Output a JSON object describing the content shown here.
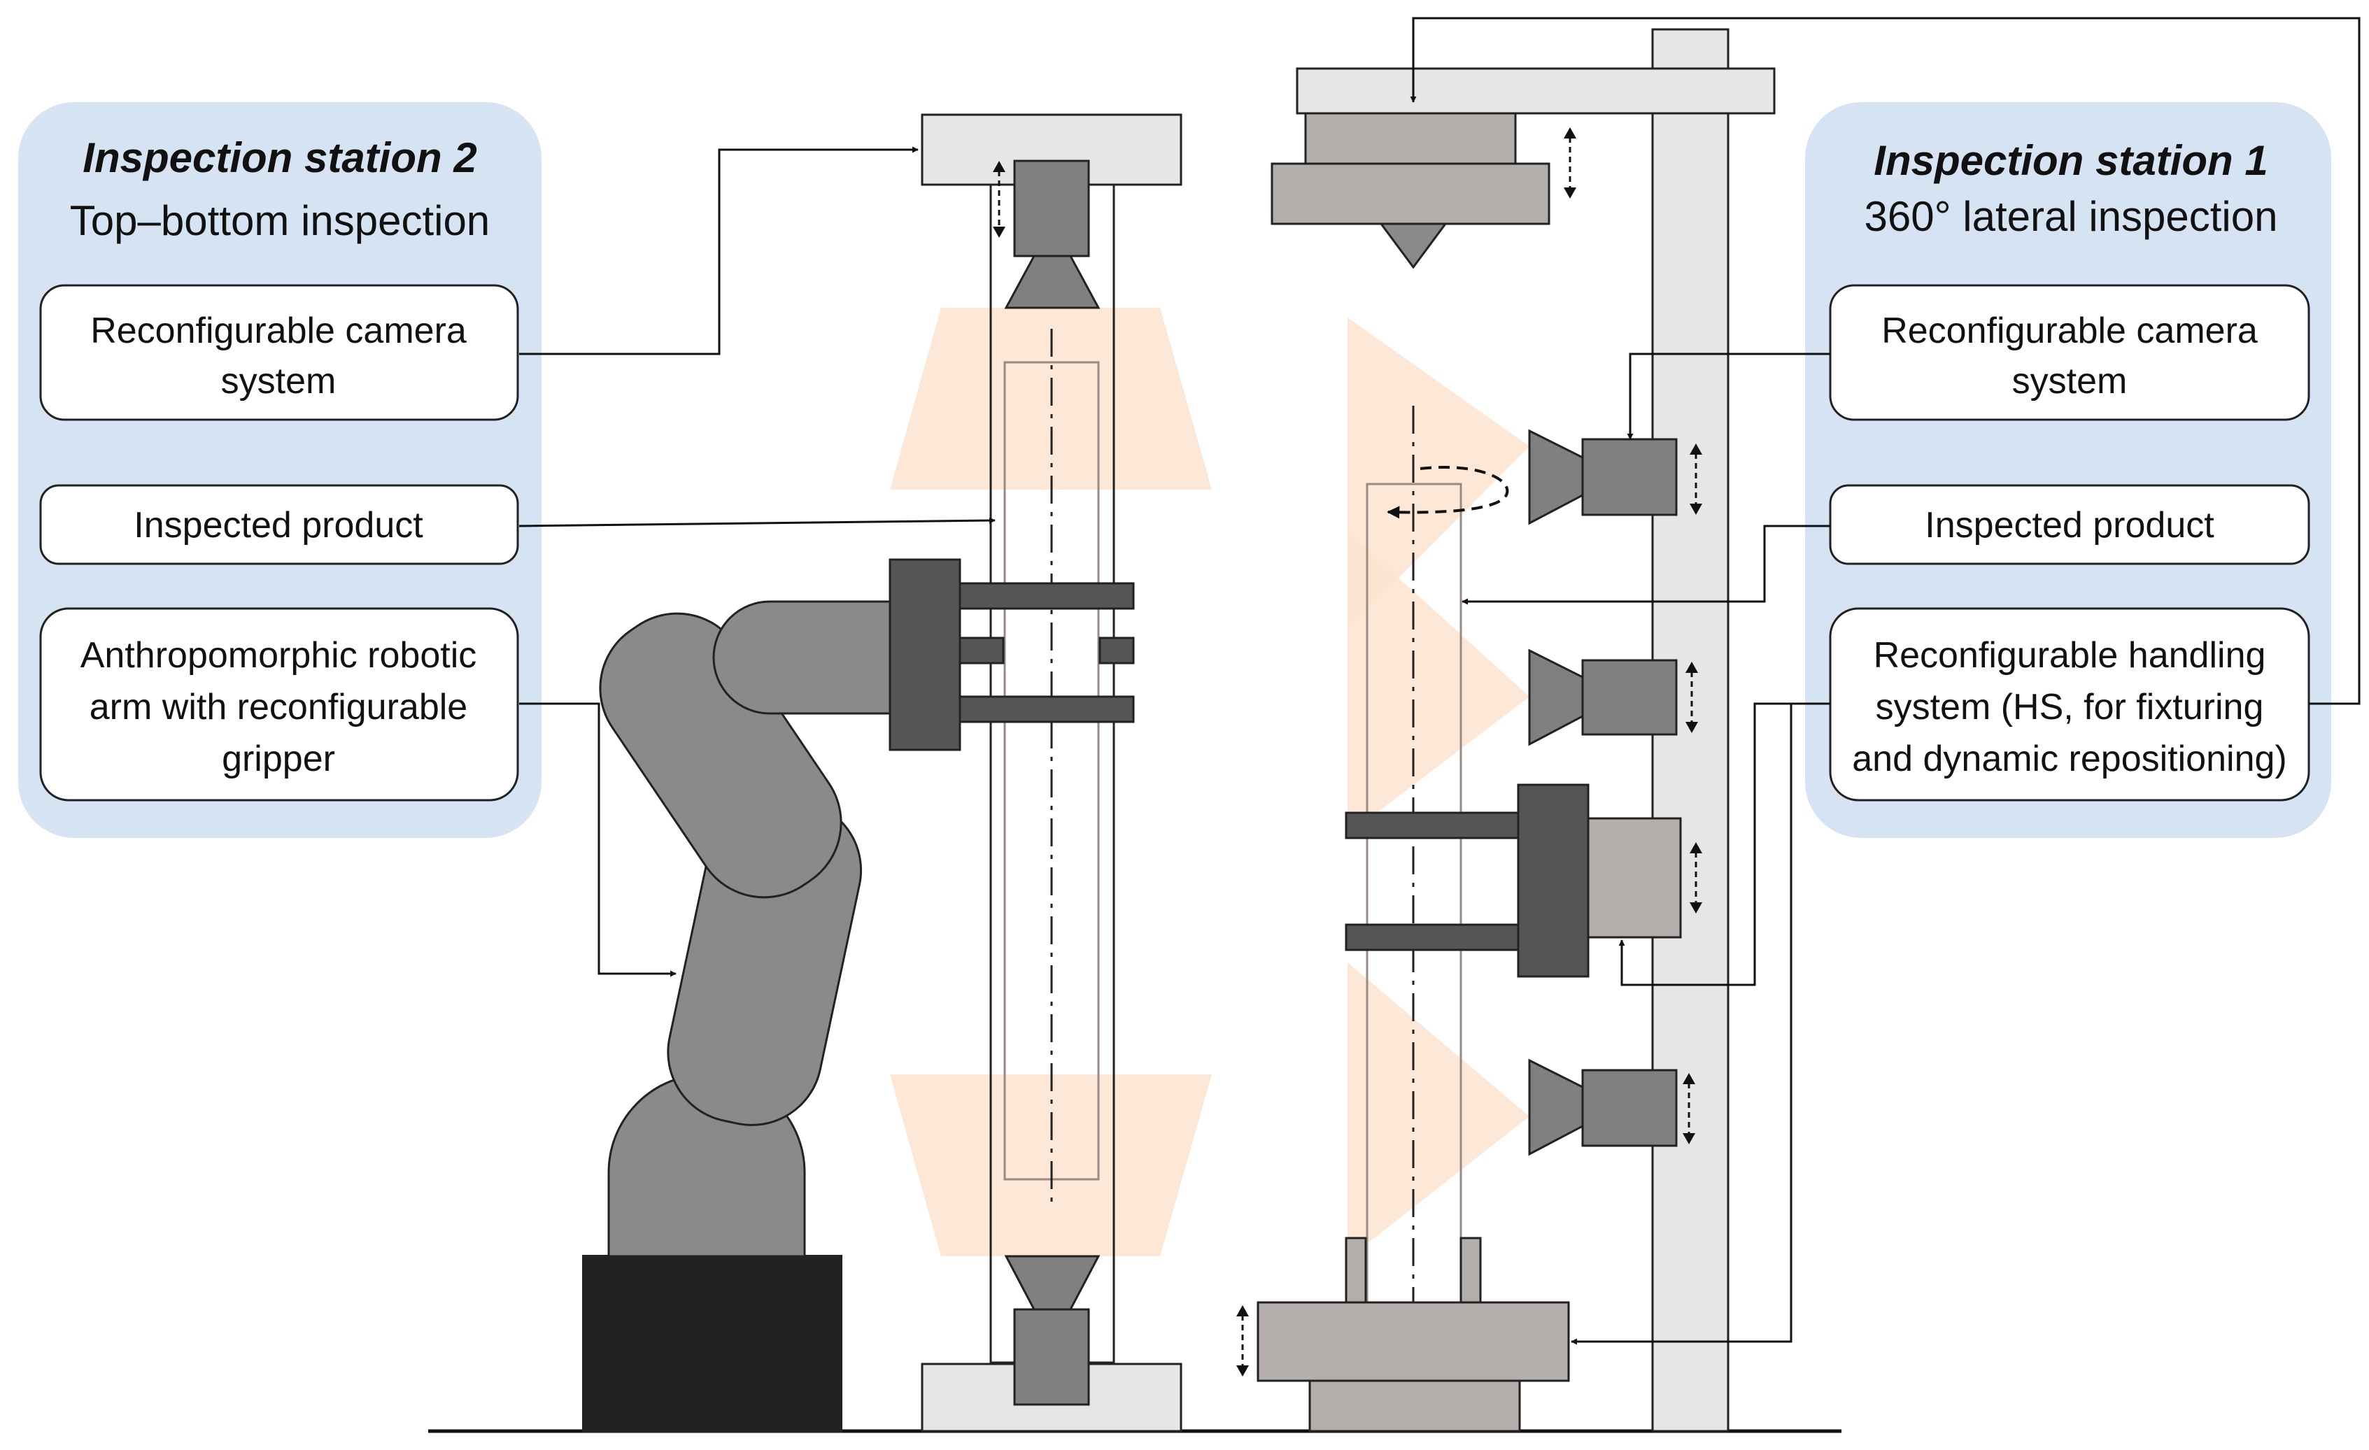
{
  "station2": {
    "title": "Inspection station 2",
    "subtitle": "Top–bottom inspection",
    "camera_line1": "Reconfigurable camera",
    "camera_line2": "system",
    "product": "Inspected product",
    "arm_line1": "Anthropomorphic robotic",
    "arm_line2": "arm with reconfigurable",
    "arm_line3": "gripper"
  },
  "station1": {
    "title": "Inspection station 1",
    "subtitle": "360° lateral inspection",
    "camera_line1": "Reconfigurable camera",
    "camera_line2": "system",
    "product": "Inspected product",
    "hs_line1": "Reconfigurable handling",
    "hs_line2": "system (HS, for fixturing",
    "hs_line3": "and dynamic repositioning)"
  },
  "colors": {
    "panel_bg": "#d6e3f3",
    "light_gray": "#e6e6e6",
    "mid_gray": "#808080",
    "arm_gray": "#8a8a8a",
    "dark_gray": "#555555",
    "taupe": "#b3aeab",
    "base_black": "#222222",
    "light_cone": "#fde3d0"
  }
}
